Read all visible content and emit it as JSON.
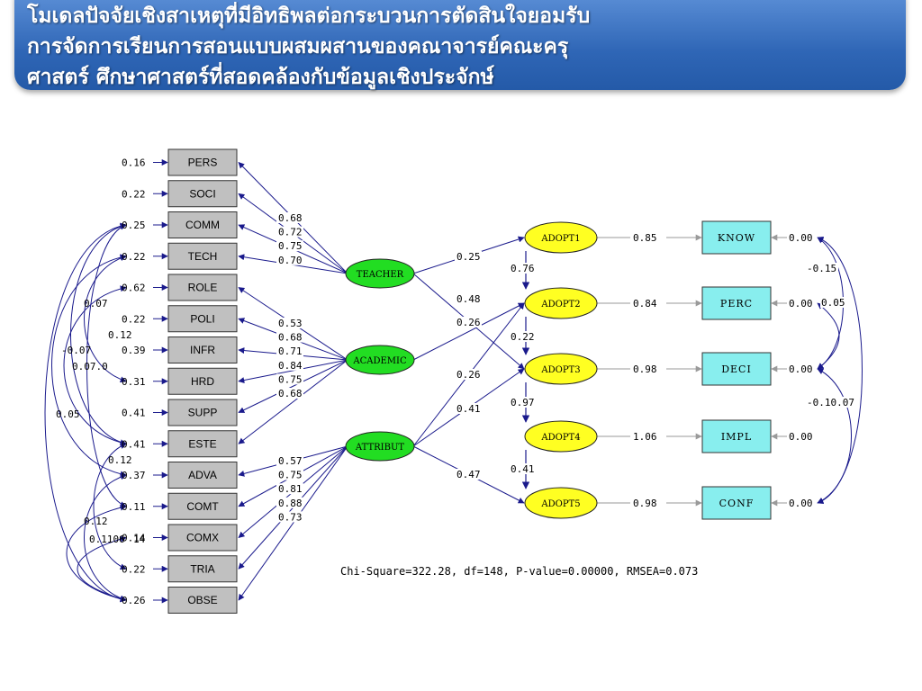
{
  "title": {
    "lines": [
      "โมเดลปัจจัยเชิงสาเหตุที่มีอิทธิพลต่อกระบวนการตัดสินใจยอมรับ",
      "การจัดการเรียนการสอนแบบผสมผสานของคณาจารย์คณะครุ",
      "ศาสตร์ ศึกษาศาสตร์ที่สอดคล้องกับข้อมูลเชิงประจักษ์"
    ]
  },
  "colors": {
    "indicator_box": "#c0c0c0",
    "exogenous_latent": "#22dd22",
    "endogenous_latent": "#ffff22",
    "outcome_box": "#88eeee",
    "arrow": "#1a1a8c",
    "title_bar": "#2f66b6"
  },
  "indicators": [
    {
      "name": "PERS",
      "error": "0.16"
    },
    {
      "name": "SOCI",
      "error": "0.22"
    },
    {
      "name": "COMM",
      "error": "0.25"
    },
    {
      "name": "TECH",
      "error": "0.22"
    },
    {
      "name": "ROLE",
      "error": "0.62"
    },
    {
      "name": "POLI",
      "error": "0.22"
    },
    {
      "name": "INFR",
      "error": "0.39"
    },
    {
      "name": "HRD",
      "error": "0.31"
    },
    {
      "name": "SUPP",
      "error": "0.41"
    },
    {
      "name": "ESTE",
      "error": "0.41"
    },
    {
      "name": "ADVA",
      "error": "0.37"
    },
    {
      "name": "COMT",
      "error": "0.11"
    },
    {
      "name": "COMX",
      "error": "0.14"
    },
    {
      "name": "TRIA",
      "error": "0.22"
    },
    {
      "name": "OBSE",
      "error": "0.26"
    }
  ],
  "exogenous": [
    {
      "name": "TEACHER",
      "loadings": [
        "0.68",
        "0.72",
        "0.75",
        "0.70"
      ]
    },
    {
      "name": "ACADEMIC",
      "loadings": [
        "0.53",
        "0.68",
        "0.71",
        "0.84",
        "0.75",
        "0.68"
      ]
    },
    {
      "name": "ATTRIBUT",
      "loadings": [
        "0.57",
        "0.75",
        "0.81",
        "0.88",
        "0.73"
      ]
    }
  ],
  "endogenous": [
    "ADOPT1",
    "ADOPT2",
    "ADOPT3",
    "ADOPT4",
    "ADOPT5"
  ],
  "structural_paths": [
    {
      "from": "TEACHER",
      "to": "ADOPT1",
      "value": "0.25"
    },
    {
      "from": "ACADEMIC",
      "to": "ADOPT2",
      "value": "0.48"
    },
    {
      "from": "TEACHER",
      "to": "ADOPT3",
      "value": "0.26"
    },
    {
      "from": "ATTRIBUT",
      "to": "ADOPT3",
      "value": "0.26"
    },
    {
      "from": "ATTRIBUT",
      "to": "ADOPT2",
      "value": "0.41"
    },
    {
      "from": "ATTRIBUT",
      "to": "ADOPT5",
      "value": "0.47"
    },
    {
      "from": "ADOPT1",
      "to": "ADOPT2",
      "value": "0.76"
    },
    {
      "from": "ADOPT2",
      "to": "ADOPT3",
      "value": "0.22"
    },
    {
      "from": "ADOPT3",
      "to": "ADOPT4",
      "value": "0.97"
    },
    {
      "from": "ADOPT4",
      "to": "ADOPT5",
      "value": "0.41"
    }
  ],
  "outcomes": [
    {
      "name": "KNOW",
      "loading": "0.85",
      "error": "0.00"
    },
    {
      "name": "PERC",
      "loading": "0.84",
      "error": "0.00"
    },
    {
      "name": "DECI",
      "loading": "0.98",
      "error": "0.00"
    },
    {
      "name": "IMPL",
      "loading": "1.06",
      "error": "0.00"
    },
    {
      "name": "CONF",
      "loading": "0.98",
      "error": "0.00"
    }
  ],
  "left_covariances": [
    "0.07",
    "0.12",
    "-0.07",
    "0.07.0",
    "0.05",
    "0.12",
    "0.12",
    "0.1106",
    "14"
  ],
  "right_covariances": [
    "-0.15",
    "0.05",
    "-0.10.07"
  ],
  "fit_statistics": "Chi-Square=322.28, df=148, P-value=0.00000, RMSEA=0.073"
}
